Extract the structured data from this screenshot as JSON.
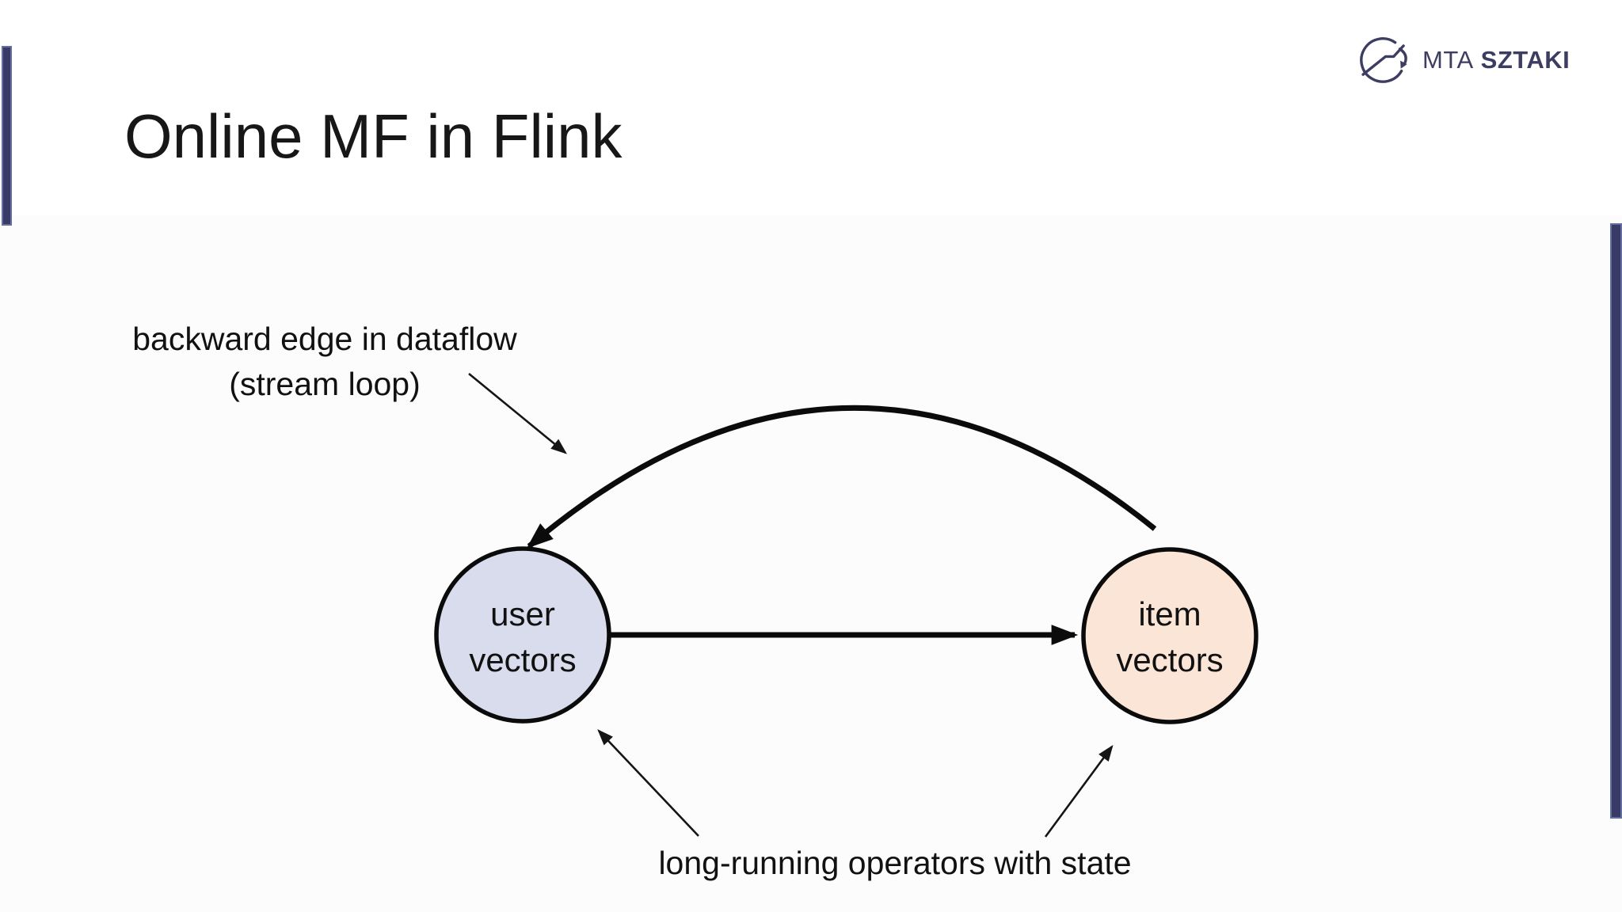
{
  "slide": {
    "title": "Online MF in Flink"
  },
  "logo": {
    "org_short": "MTA",
    "org_name": "SZTAKI"
  },
  "diagram": {
    "user_node": {
      "line1": "user",
      "line2": "vectors"
    },
    "item_node": {
      "line1": "item",
      "line2": "vectors"
    },
    "backward_label": {
      "line1": "backward edge in dataflow",
      "line2": "(stream loop)"
    },
    "operators_label": "long-running operators with state"
  },
  "colors": {
    "accent_bar": "#3a3a68",
    "accent_bar_edge": "#63719f",
    "logo_text": "#3d3d62",
    "user_node_fill": "#d8dcec",
    "item_node_fill": "#fbe5d6",
    "edge_stroke": "#0b0b0b",
    "title_text": "#171717"
  }
}
